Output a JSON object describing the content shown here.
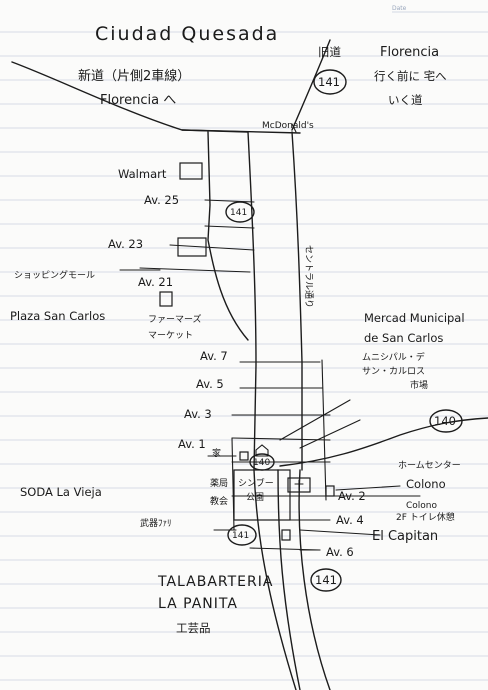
{
  "header": {
    "date_label": "Date"
  },
  "title": "Ciudad Quesada",
  "top_left": {
    "road_jp": "新道（片側2車線）",
    "florencia": "Florencia へ"
  },
  "top_right": {
    "old_road": "旧道",
    "florencia": "Florencia",
    "line1": "行く前に 宅へ",
    "line2": "いく道"
  },
  "route_badges": [
    "141",
    "141",
    "140",
    "140",
    "141",
    "141"
  ],
  "landmarks": {
    "mcdonalds": "McDonald's",
    "walmart": "Walmart",
    "mall_jp": "ショッピングモール",
    "plaza": "Plaza San Carlos",
    "farmers_jp_1": "ファーマーズ",
    "farmers_jp_2": "マーケット",
    "central_avenue_jp": "セントラル通り",
    "mercado_1": "Mercad Municipal",
    "mercado_2": "de San Carlos",
    "mercado_jp_1": "ムニシパル・デ",
    "mercado_jp_2": "サン・カルロス",
    "mercado_jp_3": "市場",
    "home_center_jp": "ホームセンター",
    "colono": "Colono",
    "colono_2": "Colono",
    "colono_jp": "2F トイレ休憩",
    "el_capitan": "El Capitan",
    "soda": "SODA La Vieja",
    "park_jp_1": "シンブー",
    "park_jp_2": "公園",
    "pharmacy_jp": "薬局",
    "church_jp": "教会",
    "house_jp": "家",
    "wallet_jp": "武器ﾌｧﾘ",
    "talabarteria_1": "TALABARTERIA",
    "talabarteria_2": "LA PANITA",
    "talabarteria_jp": "工芸品"
  },
  "avenues": {
    "av25": "Av. 25",
    "av23": "Av. 23",
    "av21": "Av. 21",
    "av7": "Av. 7",
    "av5": "Av. 5",
    "av3": "Av. 3",
    "av1": "Av. 1",
    "av2": "Av. 2",
    "av4": "Av. 4",
    "av6": "Av. 6"
  }
}
